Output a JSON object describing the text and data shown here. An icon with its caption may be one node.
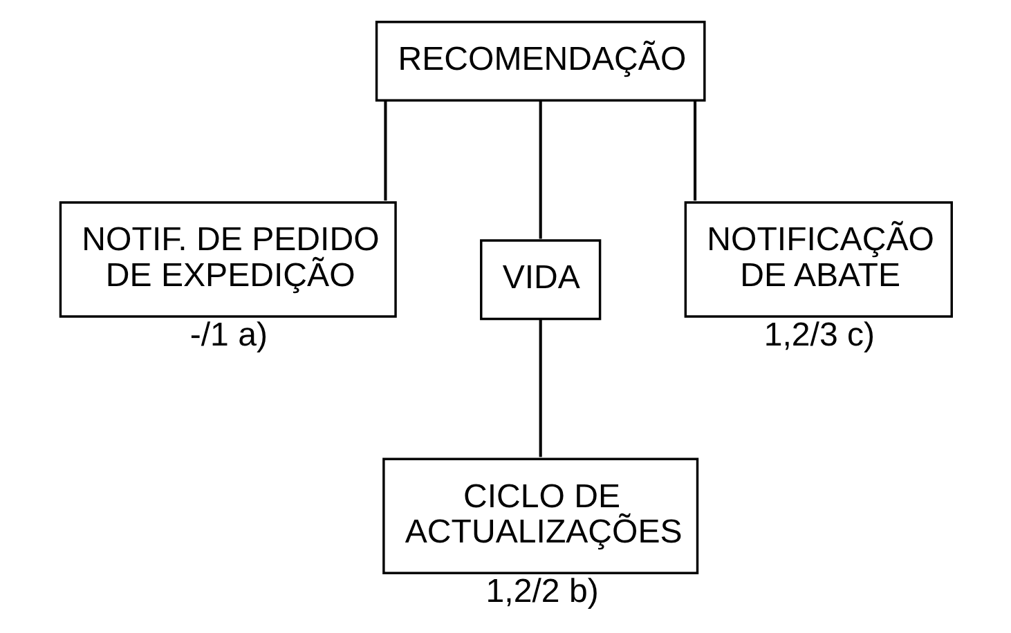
{
  "diagram": {
    "nodes": [
      {
        "text": [
          "RECOMENDAÇÃO"
        ]
      },
      {
        "text": [
          "NOTIF. DE PEDIDO DE EXPEDIÇÃO"
        ],
        "beside": [
          "-/1 a)"
        ]
      },
      {
        "text": [
          "VIDA"
        ]
      },
      {
        "text": [
          "NOTIFICAÇÃO DE ABATE"
        ],
        "beside": [
          "1,2/3 c)"
        ]
      },
      {
        "text": [
          "CICLO DE ACTUALIZAÇÕES"
        ],
        "beside": [
          "1,2/2 b)"
        ]
      }
    ],
    "edges": [
      {
        "from": 0,
        "to": 1,
        "arrow": "none"
      },
      {
        "from": 0,
        "to": 2,
        "arrow": "none"
      },
      {
        "from": 0,
        "to": 3,
        "arrow": "none"
      },
      {
        "from": 2,
        "to": 4,
        "arrow": "none"
      }
    ]
  }
}
